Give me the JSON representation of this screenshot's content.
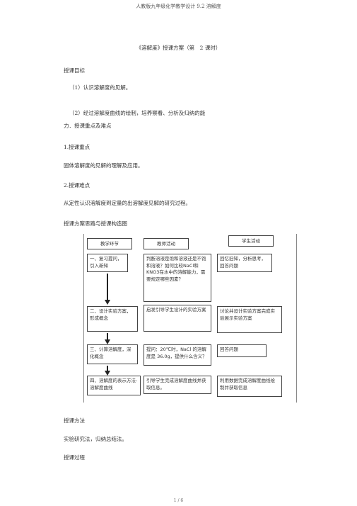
{
  "header": "人教版九年级化学教学设计 9.2 溶解度",
  "title": "《溶解度》授课方案（第　2 课时）",
  "lines": {
    "goal_heading": "授课目标",
    "goal_1": "（1）认识溶解度的见解。",
    "goal_2": "（2）经过溶解度曲线的绘制，培养察看、分析及归纳的能",
    "goal_2b": "力．授课重点及难点",
    "focus_heading": "1.授课重点",
    "focus_text": "固体溶解度的见解的理解及应用。",
    "difficulty_heading": "2.授课难点",
    "difficulty_text": "从定性认识溶解度到定量的出溶解度见解的研究过程。",
    "design_heading": "授课方案思路与授课构造图",
    "method_heading": "授课方法",
    "method_text": "实验研究法，归纳总结法。",
    "process_heading": "授课过程"
  },
  "flowchart": {
    "col_headers": [
      "教学环节",
      "教师活动",
      "学生活动"
    ],
    "rows": [
      {
        "stage": "一、复习提问，引入新知",
        "teacher": "判断溶液是饱和溶液还是不饱和溶液？如何比较NaCl和KNO3在水中的溶解能力，需要规定哪些因素？",
        "student": "回忆旧知，分析思考，回答问题"
      },
      {
        "stage": "二、设计实验方案，形成概念",
        "teacher": "启发引导学生设计的实验方案",
        "student": "讨论并设计实验方案完成实验展示实验方案"
      },
      {
        "stage": "三、计算溶解度，深化概念",
        "teacher": "提问：20℃时，NaCl 的溶解度是 36.0g，提供什么含义？",
        "student": "回答问题"
      },
      {
        "stage": "四、溶解度的表示方法-溶解度曲线",
        "teacher": "引导学生完成溶解度曲线并获取信息。",
        "student": "利用数据完成溶解度曲线绘制并获取信息"
      }
    ]
  },
  "page_number": "1 / 6"
}
